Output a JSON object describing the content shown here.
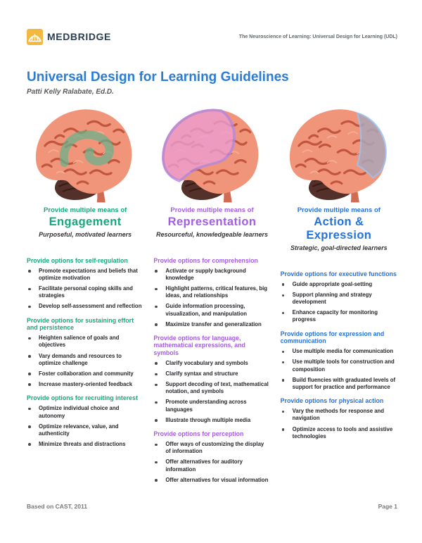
{
  "header": {
    "logo_text": "MEDBRIDGE",
    "doc_title": "The Neuroscience of Learning: Universal Design for Learning (UDL)"
  },
  "title": "Universal Design for Learning Guidelines",
  "author": "Patti Kelly Ralabate, Ed.D.",
  "colors": {
    "title_blue": "#2b7cd6",
    "brain_base": "#f0957a",
    "brain_gyri": "#c2553e",
    "cerebellum": "#54302a"
  },
  "columns": [
    {
      "id": "engagement",
      "color": "#15a87d",
      "brain_highlight": "#66b28b",
      "brain_edge": "#66b28b",
      "kicker": "Provide multiple means of",
      "name": "Engagement",
      "subtitle": "Purposeful, motivated learners",
      "sections": [
        {
          "heading": "Provide options for self-regulation",
          "bullets": [
            "Promote expectations and beliefs that optimize motivation",
            "Facilitate personal coping skills and strategies",
            "Develop self-assessment and reflection"
          ]
        },
        {
          "heading": "Provide options for sustaining effort and persistence",
          "bullets": [
            "Heighten salience of goals and objectives",
            "Vary demands and resources to optimize challenge",
            "Foster collaboration and community",
            "Increase mastery-oriented feedback"
          ]
        },
        {
          "heading": "Provide options for recruiting interest",
          "bullets": [
            "Optimize individual choice and autonomy",
            "Optimize relevance, value, and authenticity",
            "Minimize threats and distractions"
          ]
        }
      ]
    },
    {
      "id": "representation",
      "color": "#a55ce6",
      "brain_highlight": "#ed9ed4",
      "brain_edge": "#b387e8",
      "kicker": "Provide multiple means of",
      "name": "Representation",
      "subtitle": "Resourceful, knowledgeable learners",
      "sections": [
        {
          "heading": "Provide options for comprehension",
          "bullets": [
            "Activate or supply background knowledge",
            "Highlight patterns, critical features, big ideas, and relationships",
            "Guide information processing, visualization, and manipulation",
            "Maximize transfer and generalization"
          ]
        },
        {
          "heading": "Provide options for language, mathematical expressions, and symbols",
          "bullets": [
            "Clarify vocabulary and symbols",
            "Clarify syntax and structure",
            "Support decoding of text, mathematical notation, and symbols",
            "Promote understanding across languages",
            "Illustrate through multiple media"
          ]
        },
        {
          "heading": "Provide options for perception",
          "bullets": [
            "Offer ways of customizing the display of information",
            "Offer alternatives for auditory information",
            "Offer alternatives for visual information"
          ]
        }
      ]
    },
    {
      "id": "action-expression",
      "color": "#2472dc",
      "brain_highlight": "#aca6b6",
      "brain_edge": "#9ac1ec",
      "kicker": "Provide multiple means of",
      "name": "Action & Expression",
      "subtitle": "Strategic, goal-directed learners",
      "sections": [
        {
          "heading": "Provide options for executive functions",
          "bullets": [
            "Guide appropriate goal-setting",
            "Support planning and strategy development",
            "Enhance capacity for monitoring progress"
          ]
        },
        {
          "heading": "Provide options for expression and communication",
          "bullets": [
            "Use multiple media for communication",
            "Use multiple tools for construction and composition",
            "Build fluencies with graduated levels of support for practice and performance"
          ]
        },
        {
          "heading": "Provide options for physical action",
          "bullets": [
            "Vary the methods for response and navigation",
            "Optimize access to tools and assistive technologies"
          ]
        }
      ]
    }
  ],
  "footer": {
    "left": "Based on CAST, 2011",
    "right": "Page 1"
  }
}
